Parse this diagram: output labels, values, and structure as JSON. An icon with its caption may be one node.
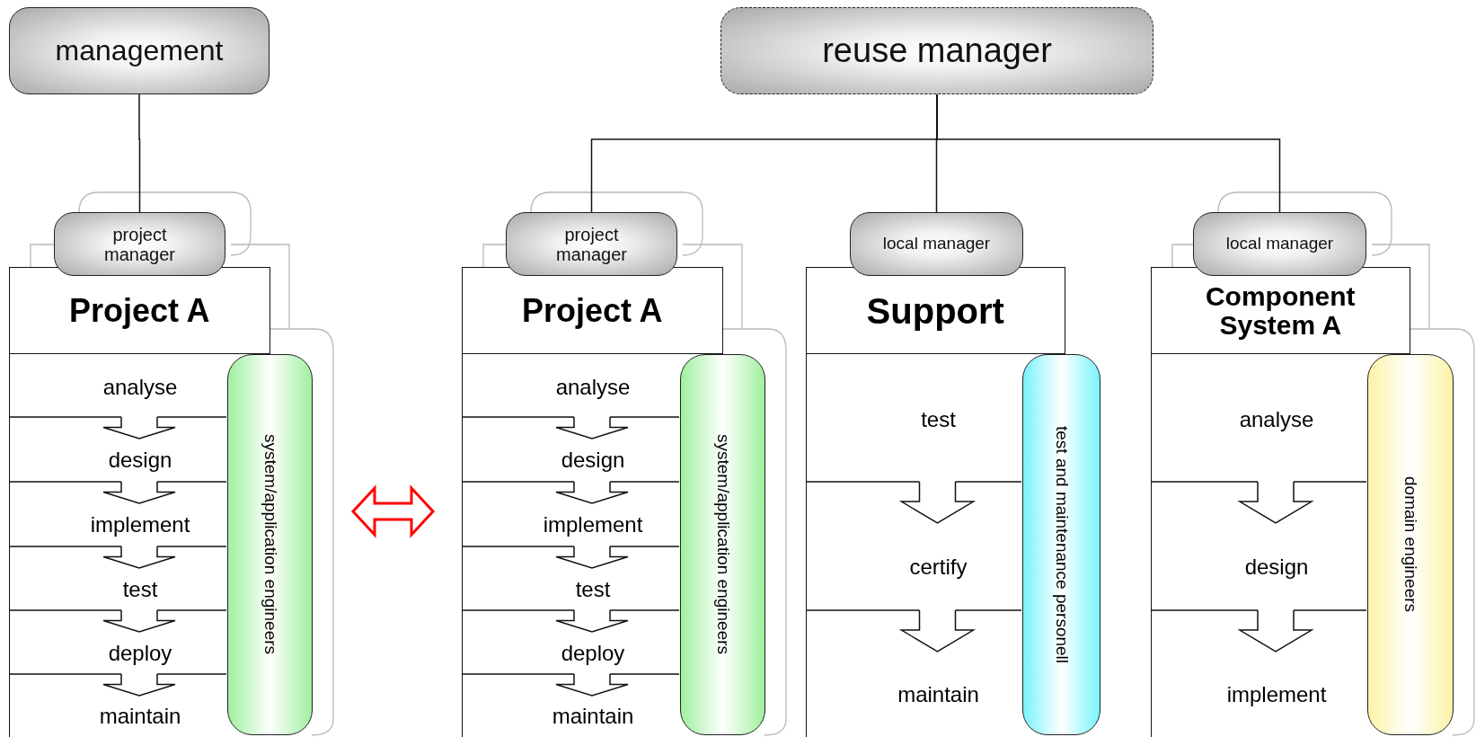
{
  "diagram": {
    "nodes": [
      {
        "text": [
          "management"
        ]
      },
      {
        "text": [
          "reuse manager"
        ]
      },
      {
        "text": [
          "project manager"
        ]
      },
      {
        "text": [
          "Project A"
        ]
      },
      {
        "text": [
          "analyse"
        ],
        "in": 3
      },
      {
        "text": [
          "design"
        ],
        "in": 3
      },
      {
        "text": [
          "implement"
        ],
        "in": 3
      },
      {
        "text": [
          "test"
        ],
        "in": 3
      },
      {
        "text": [
          "deploy"
        ],
        "in": 3
      },
      {
        "text": [
          "maintain"
        ],
        "in": 3
      },
      {
        "text": [
          "system/application engineers"
        ],
        "in": 3
      },
      {
        "text": [
          "project manager"
        ]
      },
      {
        "text": [
          "Project A"
        ]
      },
      {
        "text": [
          "analyse"
        ],
        "in": 12
      },
      {
        "text": [
          "design"
        ],
        "in": 12
      },
      {
        "text": [
          "implement"
        ],
        "in": 12
      },
      {
        "text": [
          "test"
        ],
        "in": 12
      },
      {
        "text": [
          "deploy"
        ],
        "in": 12
      },
      {
        "text": [
          "maintain"
        ],
        "in": 12
      },
      {
        "text": [
          "system/application engineers"
        ],
        "in": 12
      },
      {
        "text": [
          "local manager"
        ]
      },
      {
        "text": [
          "Support"
        ]
      },
      {
        "text": [
          "test"
        ],
        "in": 21
      },
      {
        "text": [
          "certify"
        ],
        "in": 21
      },
      {
        "text": [
          "maintain"
        ],
        "in": 21
      },
      {
        "text": [
          "test and maintenance personell"
        ],
        "in": 21
      },
      {
        "text": [
          "local manager"
        ]
      },
      {
        "text": [
          "Component System A"
        ]
      },
      {
        "text": [
          "analyse"
        ],
        "in": 27
      },
      {
        "text": [
          "design"
        ],
        "in": 27
      },
      {
        "text": [
          "implement"
        ],
        "in": 27
      },
      {
        "text": [
          "domain engineers"
        ],
        "in": 27
      }
    ],
    "edges": [
      {
        "from": 0,
        "to": 2,
        "arrow": "none"
      },
      {
        "from": 1,
        "to": 11,
        "arrow": "none"
      },
      {
        "from": 1,
        "to": 20,
        "arrow": "none"
      },
      {
        "from": 1,
        "to": 26,
        "arrow": "none"
      },
      {
        "from": 3,
        "to": 12,
        "arrow": "both",
        "color": "#ff0000"
      },
      {
        "from": 4,
        "to": 5,
        "arrow": "to"
      },
      {
        "from": 5,
        "to": 6,
        "arrow": "to"
      },
      {
        "from": 6,
        "to": 7,
        "arrow": "to"
      },
      {
        "from": 7,
        "to": 8,
        "arrow": "to"
      },
      {
        "from": 8,
        "to": 9,
        "arrow": "to"
      },
      {
        "from": 13,
        "to": 14,
        "arrow": "to"
      },
      {
        "from": 14,
        "to": 15,
        "arrow": "to"
      },
      {
        "from": 15,
        "to": 16,
        "arrow": "to"
      },
      {
        "from": 16,
        "to": 17,
        "arrow": "to"
      },
      {
        "from": 17,
        "to": 18,
        "arrow": "to"
      },
      {
        "from": 22,
        "to": 23,
        "arrow": "to"
      },
      {
        "from": 23,
        "to": 24,
        "arrow": "to"
      },
      {
        "from": 28,
        "to": 29,
        "arrow": "to"
      },
      {
        "from": 29,
        "to": 30,
        "arrow": "to"
      }
    ]
  }
}
